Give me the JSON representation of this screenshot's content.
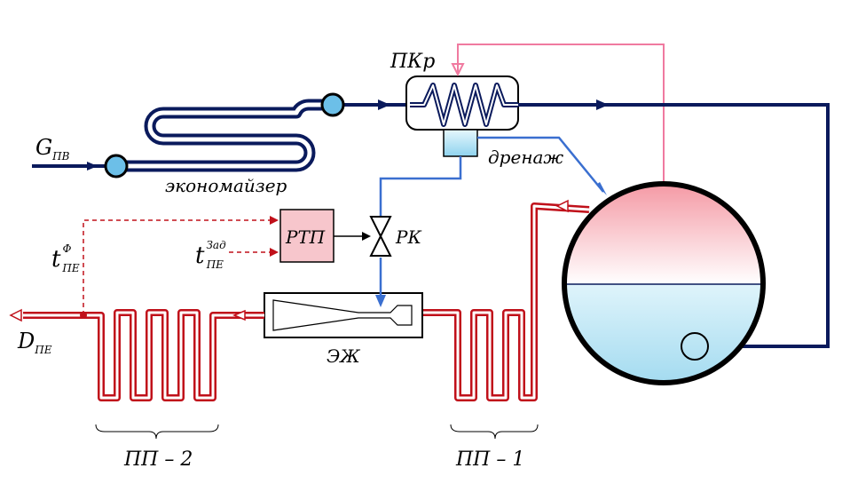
{
  "labels": {
    "desuperheater": "ПКр",
    "drain": "дренаж",
    "economizer": "экономайзер",
    "feedwater_main": "G",
    "feedwater_sub": "ПВ",
    "controller": "РТП",
    "control_valve": "РК",
    "ejector": "ЭЖ",
    "t_actual_main": "t",
    "t_actual_sup": "Ф",
    "t_actual_sub": "ПЕ",
    "t_setpoint_main": "t",
    "t_setpoint_sup": "Зад",
    "t_setpoint_sub": "ПЕ",
    "steam_out_main": "D",
    "steam_out_sub": "ПЕ",
    "superheater_2": "ПП – 2",
    "superheater_1": "ПП – 1"
  },
  "colors": {
    "water_line": "#0a1a5c",
    "steam_line": "#c0101a",
    "drain_line": "#3a6fd0",
    "vent_line": "#f07aa0",
    "controller_fill": "#f7c6cc",
    "drum_top": "#f4a0aa",
    "drum_water": "#a8dff0",
    "node_fill": "#6cbfe8"
  }
}
